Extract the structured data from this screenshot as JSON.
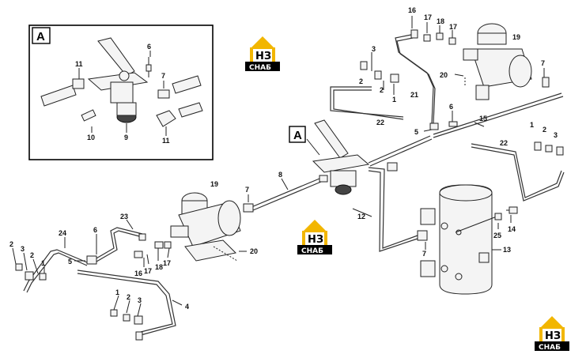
{
  "inset": {
    "letter": "A"
  },
  "views": {
    "letter": "A"
  },
  "logos": [
    {
      "line1": "НЗ",
      "line2": "СНАБ"
    }
  ],
  "callouts": {
    "inset": [
      "11",
      "6",
      "7",
      "10",
      "9",
      "11"
    ],
    "top_right": [
      "16",
      "17",
      "18",
      "17",
      "19",
      "3",
      "2",
      "1",
      "21",
      "20",
      "7",
      "2",
      "22",
      "6",
      "5",
      "15",
      "1",
      "2",
      "3",
      "22"
    ],
    "pedal": [
      "8"
    ],
    "left_pump": [
      "19",
      "7",
      "23",
      "6",
      "24",
      "2",
      "3",
      "2",
      "1",
      "5",
      "20",
      "17",
      "16",
      "18",
      "17",
      "1",
      "2",
      "3",
      "4"
    ],
    "tank": [
      "12",
      "25",
      "14",
      "7",
      "13"
    ]
  }
}
